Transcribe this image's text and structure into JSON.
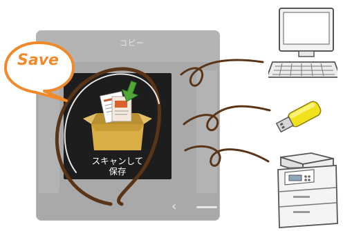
{
  "panel": {
    "title": "コピー",
    "tile_label_line1": "スキャンして",
    "tile_label_line2": "保存",
    "back_glyph": "‹"
  },
  "callout": {
    "label": "Save",
    "color": "#f0892a"
  },
  "colors": {
    "swirl": "#5a3416",
    "panel": "#a9a9a9",
    "tile": "#1d1d1d"
  },
  "destinations": [
    {
      "name": "computer-icon"
    },
    {
      "name": "usb-memory-icon"
    },
    {
      "name": "multifunction-printer-icon"
    }
  ]
}
